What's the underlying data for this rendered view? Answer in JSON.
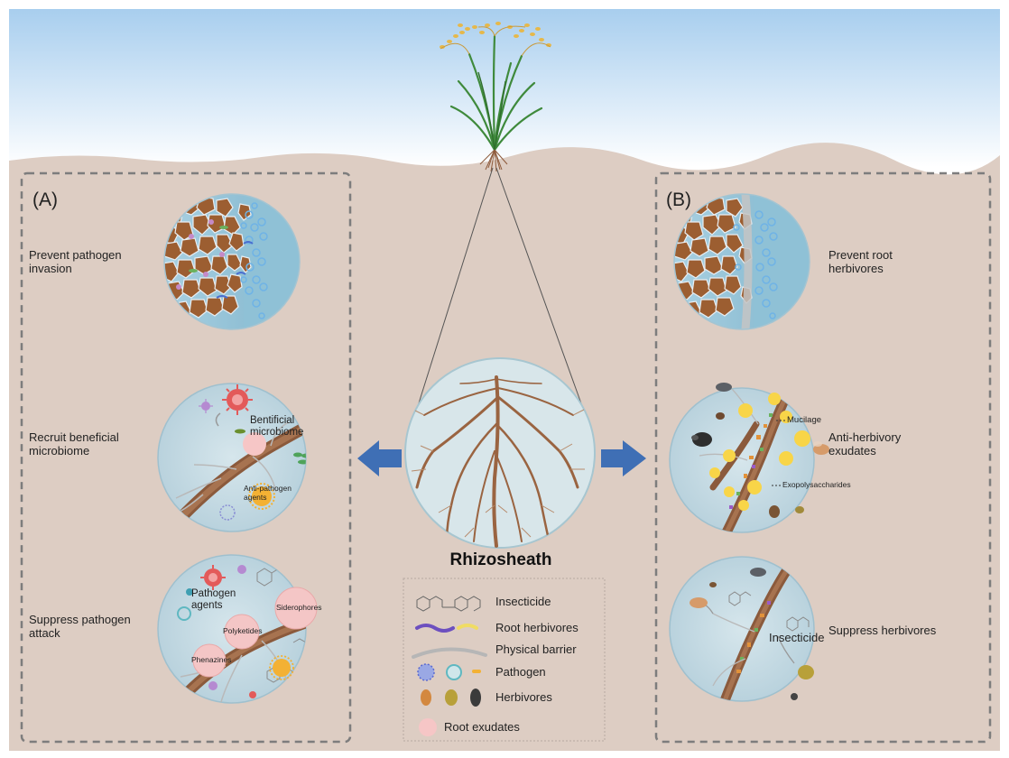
{
  "panels": {
    "left": {
      "tag": "(A)",
      "items": [
        {
          "label": "Prevent pathogen\ninvasion"
        },
        {
          "label": "Recruit beneficial\nmicrobiome",
          "inner": {
            "title": "Bentificial\nmicrobiome",
            "agents": "Anti-pathogen\nagents"
          }
        },
        {
          "label": "Suppress pathogen\nattack",
          "inner": {
            "title": "Pathogen\nagents",
            "bubbles": [
              "Siderophores",
              "Polyketides",
              "Phenazines"
            ]
          }
        }
      ]
    },
    "right": {
      "tag": "(B)",
      "items": [
        {
          "label": "Prevent root\nherbivores"
        },
        {
          "label": "Anti-herbivory\nexudates",
          "inner": {
            "mucilage": "Mucilage",
            "exo": "Exopolysaccharides"
          }
        },
        {
          "label": "Suppress herbivores",
          "inner": {
            "insecticide": "Insecticide"
          }
        }
      ]
    }
  },
  "center": {
    "title": "Rhizosheath"
  },
  "legend": [
    {
      "icon": "insecticide-molecule-icon",
      "label": "Insecticide"
    },
    {
      "icon": "root-herbivore-worm-icon",
      "label": "Root herbivores"
    },
    {
      "icon": "physical-barrier-arc-icon",
      "label": "Physical barrier"
    },
    {
      "icon": "pathogen-icon",
      "label": "Pathogen"
    },
    {
      "icon": "herbivore-insect-icon",
      "label": "Herbivores"
    },
    {
      "icon": "root-exudate-circle-icon",
      "label": "Root exudates"
    }
  ],
  "colors": {
    "sky_top": "#a9cfee",
    "sky_bottom": "#ffffff",
    "soil": "#ddcdc3",
    "circle_fill": "#c8dbe3",
    "circle_edge": "#9fc0ce",
    "soil_grain": "#9c5e31",
    "root": "#9a6441",
    "arrow": "#3f6fb5",
    "dashed": "#7d7d7d",
    "exudate": "#f6c6c6",
    "mucilage": "#f8d548"
  }
}
